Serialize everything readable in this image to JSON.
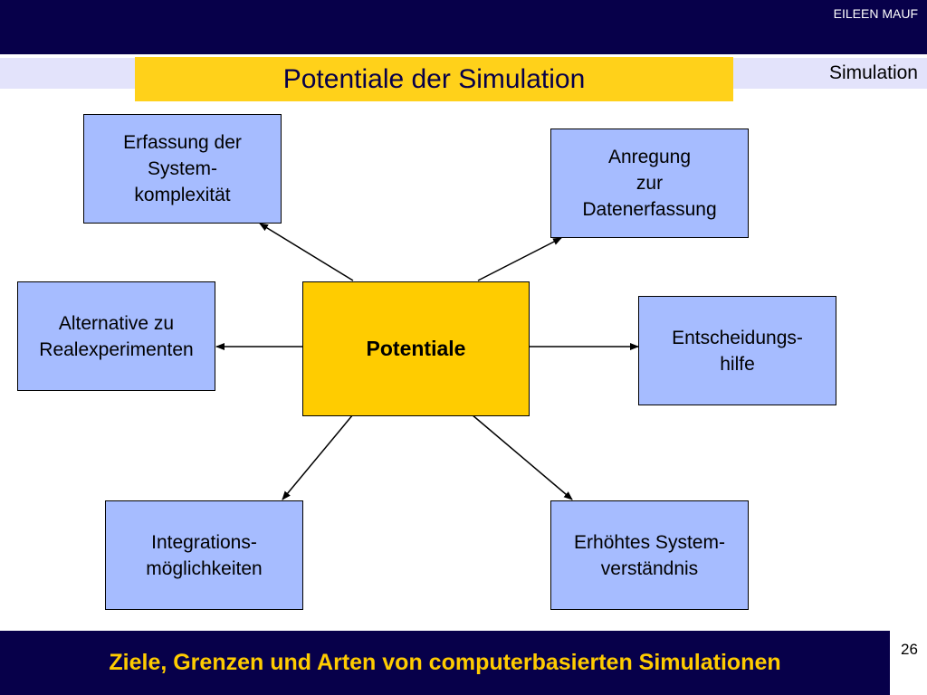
{
  "header": {
    "author": "EILEEN MAUF",
    "title": "Potentiale der Simulation",
    "section": "Simulation"
  },
  "diagram": {
    "center": "Potentiale",
    "nodes": [
      "Erfassung der\nSystem-\nkomplexität",
      "Anregung\nzur\nDatenerfassung",
      "Alternative zu\nRealexperimenten",
      "Entscheidungs-\nhilfe",
      "Integrations-\nmöglichkeiten",
      "Erhöhtes System-\nverständnis"
    ]
  },
  "footer": {
    "title": "Ziele, Grenzen und Arten von computerbasierten  Simulationen",
    "page_number": "26"
  },
  "colors": {
    "navy": "#07004a",
    "yellow": "#ffcc00",
    "box_blue": "#a6bcff",
    "light_band": "#e3e3fb"
  }
}
